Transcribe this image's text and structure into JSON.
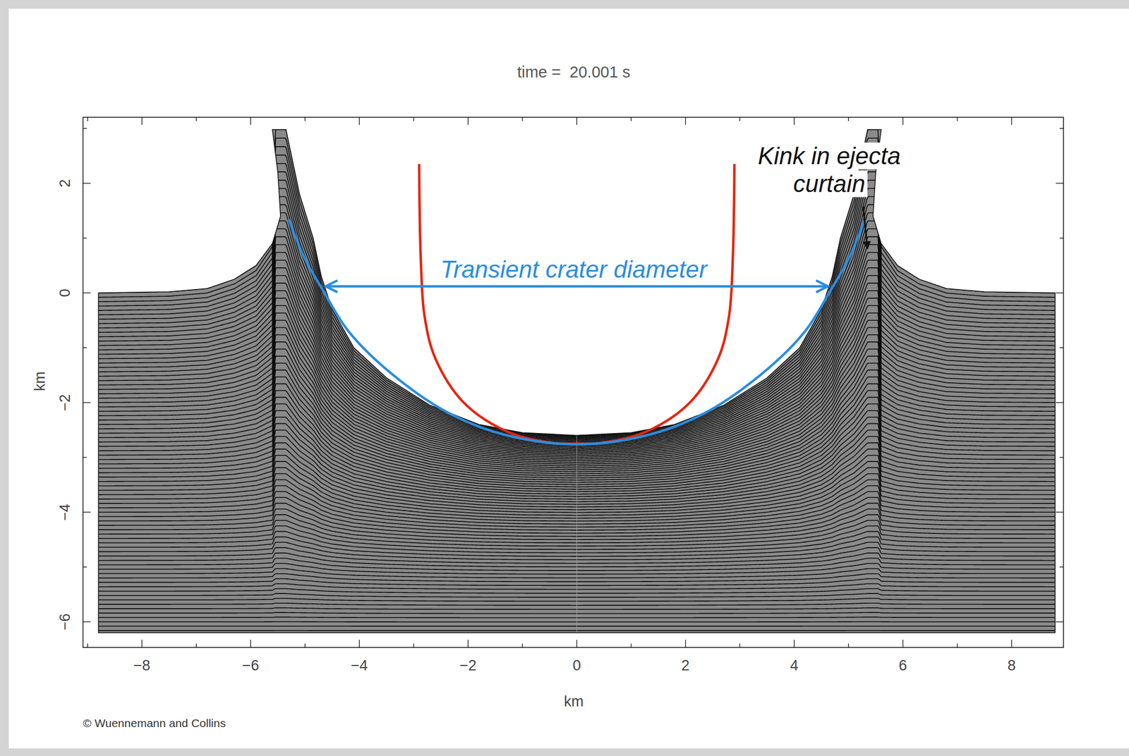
{
  "diagram": {
    "title": "time =  20.001 s",
    "labels": [
      "Kink in ejecta curtain",
      "Transient crater diameter",
      "2",
      "0",
      "−2",
      "−4",
      "−6",
      "km",
      "−8",
      "−6",
      "−4",
      "−2",
      "0",
      "2",
      "4",
      "6",
      "8",
      "km",
      "© Wuennemann and Collins"
    ]
  }
}
